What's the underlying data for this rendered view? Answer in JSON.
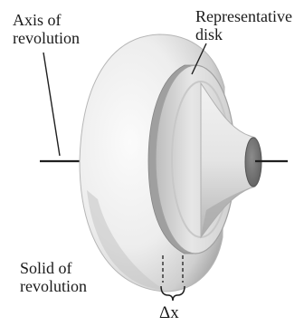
{
  "labels": {
    "axis_of_revolution": [
      "Axis of",
      "revolution"
    ],
    "representative_disk": [
      "Representative",
      "disk"
    ],
    "solid_of_revolution": [
      "Solid of",
      "revolution"
    ],
    "delta_x": "Δx"
  },
  "colors": {
    "solid_light": "#f4f4f4",
    "solid_mid": "#d9d9d9",
    "solid_shadow": "#a9a9a9",
    "disk_face": "#e2e2e2",
    "disk_rim": "#9b9b9b",
    "axis_line": "#1f1f1f",
    "text": "#1a1a1a"
  }
}
